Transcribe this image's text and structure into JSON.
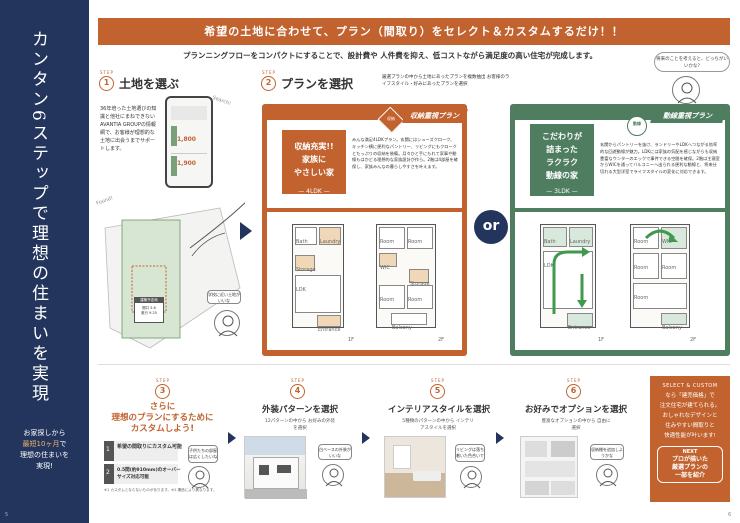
{
  "sidebar": {
    "title": "カンタン6ステップで理想の住まいを実現",
    "note_line1": "お家探しから",
    "note_highlight": "最短10ヶ月",
    "note_line2": "で",
    "note_line3": "理想の住まいを",
    "note_line4": "実現!",
    "page_left": "5",
    "page_right": "6"
  },
  "banner": "希望の土地に合わせて、プラン（間取り）をセレクト＆カスタムするだけ！！",
  "subtitle": "プランニングフローをコンパクトにすることで、設計費や 人件費を抑え、低コストながら満足度の高い住宅が完成します。",
  "question_bubble": "将来のことを考えると、どっちがいいかな?",
  "step1": {
    "tag": "STEP",
    "num": "1",
    "title": "土地を選ぶ",
    "text": "36年培った土地選びの知識と他社にまねできないAVANTIA GROUPの情報網で、お客様が理想的な土地に出会うまでサポートします。",
    "phone_price1": "1,800",
    "phone_price2": "1,900",
    "search_label": "Search!",
    "found_label": "Found!",
    "lot_label": "建築予定地",
    "lot_info1": "間口 5.6",
    "lot_info2": "奥行 9.25",
    "bubble": "学校に近い土地がいいな"
  },
  "step2": {
    "tag": "STEP",
    "num": "2",
    "title": "プランを選択",
    "desc": "厳選プランの中から土地にあったプランを複数抽出 お客様のライフスタイル・好みにあったプランを選択"
  },
  "planA": {
    "ribbon": "収納重視プラン",
    "badge": "収納",
    "title1": "収納充実!!",
    "title2": "家族に",
    "title3": "やさしい家",
    "ldk": "— 4LDK —",
    "text": "みんな満足4LDKプラン。玄関にはシューズクローク、キッチン横に便利なパントリー、リビングにもクロークとたっぷりの収納を装備。月々ひと手にもれて家事や動線もはかどる理想的な家族設計が作ら。2階は4部屋を確保し、家族みんなの暮らしやすさを叶えます。",
    "floor1": "1F",
    "floor2": "2F"
  },
  "or_label": "or",
  "planB": {
    "ribbon": "動線重視プラン",
    "badge": "動線",
    "title1": "こだわりが",
    "title2": "詰まった",
    "title3": "ラクラク",
    "title4": "動線の家",
    "ldk": "— 3LDK —",
    "text": "玄関からパントリーを抜け、ランドリーやLDKへつながる効率的な回遊動線が魅力。LDKには家族の気配を感じながらも収納豊富なウンターのエックで事件できる空間を確保。2階は主寝室からWICを通ってバルコニーへ出られる便利な動線と、将来仕切れる大型洋室でライフスタイルの変化に対応できます。",
    "floor1": "1F",
    "floor2": "2F"
  },
  "rooms": {
    "entrance": "Entrance",
    "ldk": "LDK",
    "bath": "Bath",
    "laundry": "Laundry",
    "room": "Room",
    "wic": "WIC",
    "balcony": "Balcony",
    "storage": "Storage",
    "toilet": "WC"
  },
  "step3": {
    "tag": "STEP",
    "num": "3",
    "title1": "さらに",
    "title2": "理想のプランにするために",
    "title3": "カスタムしよう!",
    "item1_num": "1",
    "item1": "希望の間取りにカスタム可能",
    "item2_num": "2",
    "item2": "0.5間(約910mm)のオーバーサイズ対応可能",
    "note": "※1 カスタムとならないものがあります。※2 構造により異なります。",
    "bubble": "子供たちの部屋は広くしたいね"
  },
  "step4": {
    "tag": "STEP",
    "num": "4",
    "title": "外装パターンを選択",
    "sub": "12パターンの中から お好みの外装を選択",
    "bubble": "白ベースの外装がいいな"
  },
  "step5": {
    "tag": "STEP",
    "num": "5",
    "title": "インテリアスタイルを選択",
    "sub": "5種類のパターンの中から インテリアスタイルを選択",
    "bubble": "リビングは落ち着いた色合いで"
  },
  "step6": {
    "tag": "STEP",
    "num": "6",
    "title": "お好みでオプションを選択",
    "sub": "豊富なオプションの中から 自由に選択",
    "bubble": "収納棚を追加しようかな"
  },
  "infobox": {
    "line1": "SELECT & CUSTOM",
    "line2": "なら「建売価格」で",
    "line3": "注文住宅が建てられる。",
    "line4": "おしゃれなデザインと",
    "line5": "住みやすい間取りと",
    "line6": "快適性能が叶います!",
    "next_label": "NEXT",
    "next_text1": "プロが描いた",
    "next_text2": "厳選プランの",
    "next_text3": "一部を紹介"
  }
}
